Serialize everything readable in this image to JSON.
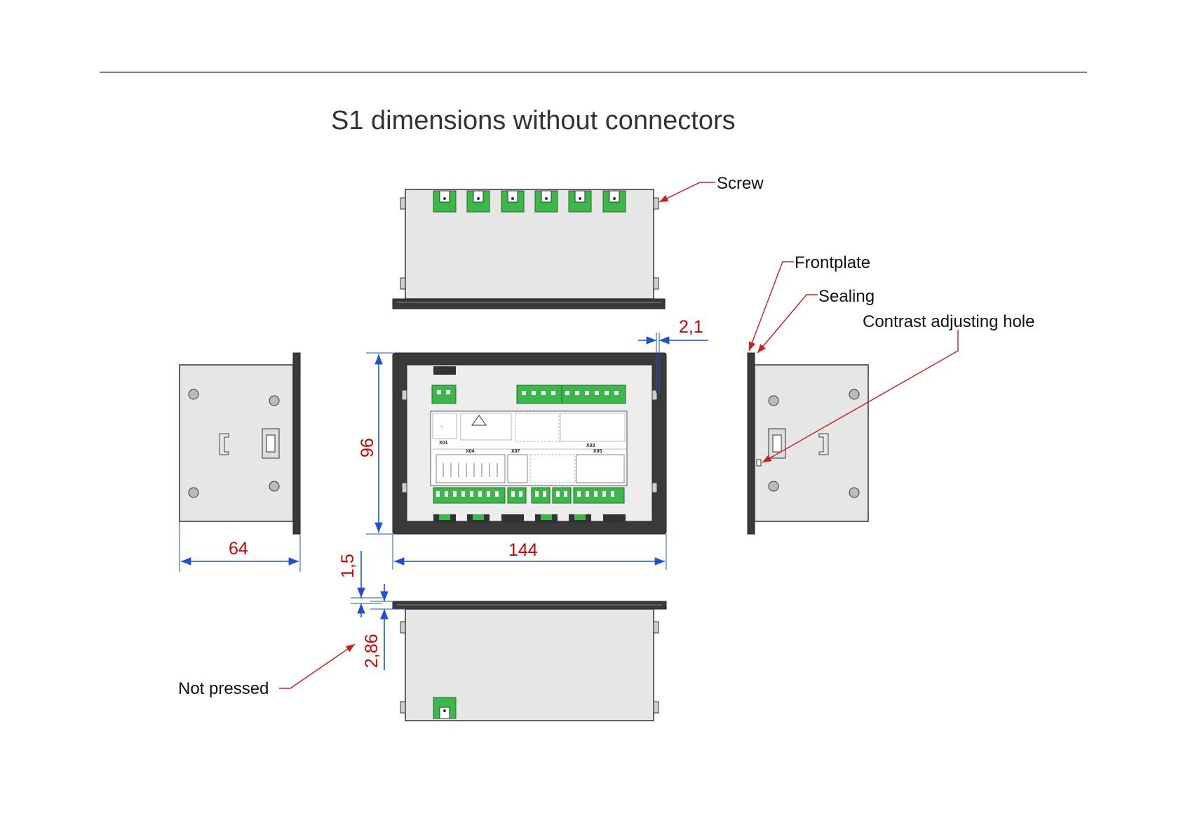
{
  "title": "S1 dimensions without connectors",
  "callouts": {
    "screw": "Screw",
    "frontplate": "Frontplate",
    "sealing": "Sealing",
    "contrast_hole": "Contrast adjusting hole",
    "not_pressed": "Not pressed"
  },
  "dimensions": {
    "width": "144",
    "height": "96",
    "depth": "64",
    "frontplate_thickness": "2,1",
    "sealing_thickness": "1,5",
    "not_pressed_thickness": "2,86"
  },
  "connector_labels": {
    "x01": "X01",
    "x04": "X04",
    "x07": "X07",
    "x03": "X03",
    "x05": "X05"
  },
  "colors": {
    "dimension_text": "#cc0000",
    "dimension_lines": "#1f4fd6",
    "leader_lines": "#d31a1a",
    "terminal_green": "#3cb84a",
    "frontplate": "#3a3a3a",
    "housing": "#e6e6e6"
  }
}
